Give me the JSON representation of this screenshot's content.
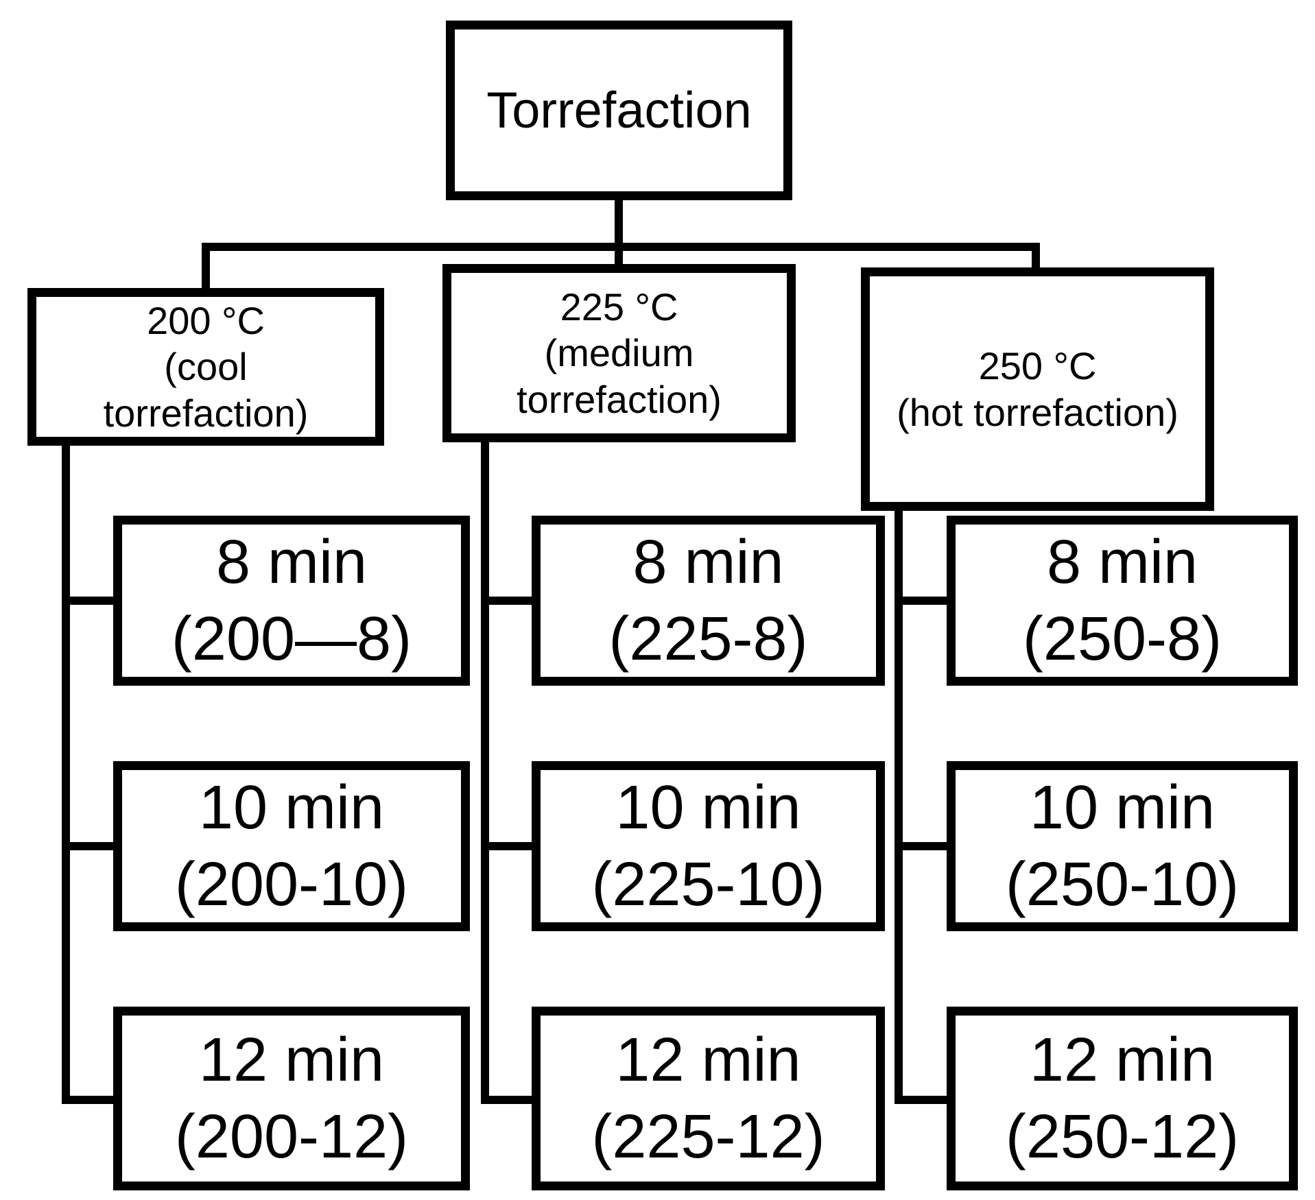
{
  "colors": {
    "line": "#000000",
    "background": "#ffffff"
  },
  "root": {
    "label": "Torrefaction"
  },
  "branches": [
    {
      "temp": "200 °C",
      "label_line2": "(cool",
      "label_line3": "torrefaction)",
      "children": [
        {
          "time": "8 min",
          "code": "(200—8)"
        },
        {
          "time": "10 min",
          "code": "(200-10)"
        },
        {
          "time": "12 min",
          "code": "(200-12)"
        }
      ]
    },
    {
      "temp": "225 °C",
      "label_line2": "(medium",
      "label_line3": "torrefaction)",
      "children": [
        {
          "time": "8 min",
          "code": "(225-8)"
        },
        {
          "time": "10 min",
          "code": "(225-10)"
        },
        {
          "time": "12 min",
          "code": "(225-12)"
        }
      ]
    },
    {
      "temp": "250 °C",
      "label_line2": "(hot torrefaction)",
      "children": [
        {
          "time": "8 min",
          "code": "(250-8)"
        },
        {
          "time": "10 min",
          "code": "(250-10)"
        },
        {
          "time": "12 min",
          "code": "(250-12)"
        }
      ]
    }
  ]
}
